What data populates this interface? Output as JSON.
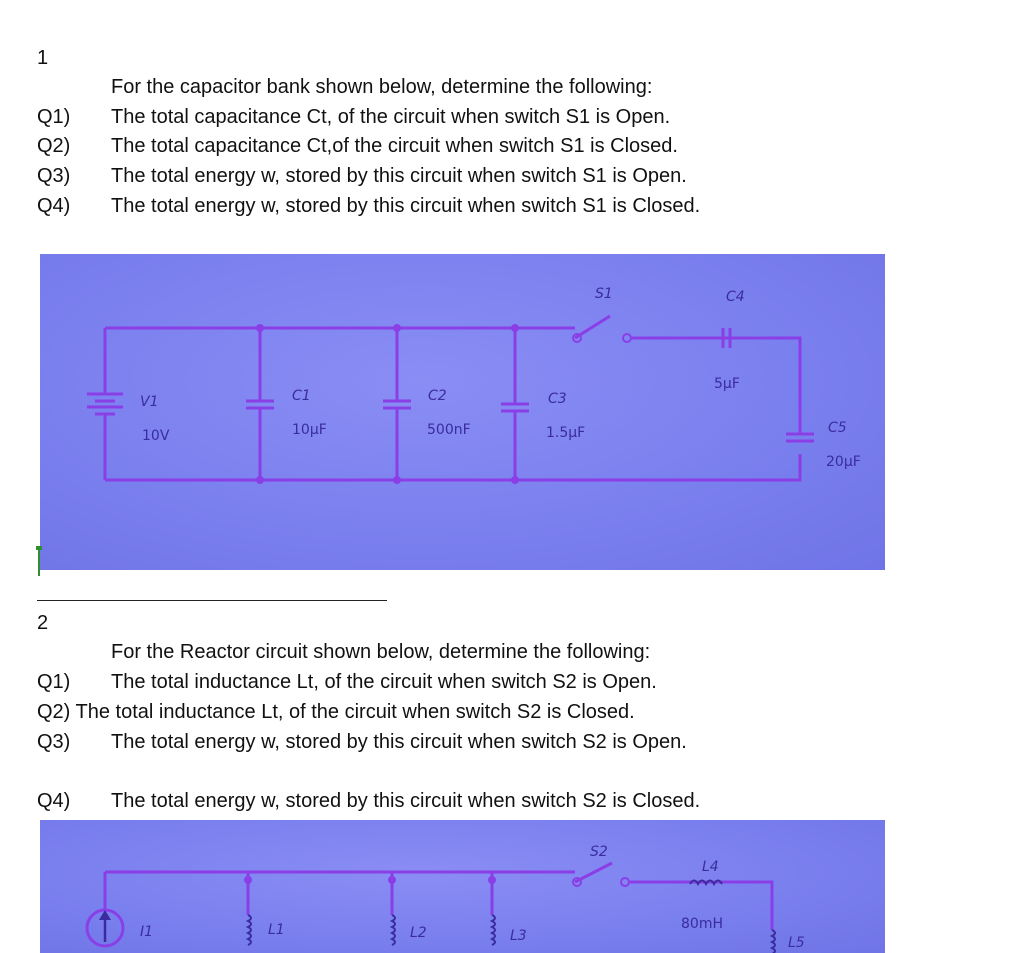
{
  "problem1": {
    "number": "1",
    "intro": "For the capacitor bank shown below, determine the following:",
    "questions": [
      {
        "tag": "Q1)",
        "text": "The total capacitance Ct, of the circuit when switch S1 is Open."
      },
      {
        "tag": "Q2)",
        "text": "The total capacitance Ct,of the circuit when switch S1 is Closed."
      },
      {
        "tag": "Q3)",
        "text": "The total energy w, stored by this circuit when switch S1 is Open."
      },
      {
        "tag": "Q4)",
        "text": "The total energy w, stored by this circuit when switch S1 is Closed."
      }
    ],
    "circuit": {
      "v1_name": "V1",
      "v1_value": "10V",
      "c1_name": "C1",
      "c1_value": "10µF",
      "c2_name": "C2",
      "c2_value": "500nF",
      "c3_name": "C3",
      "c3_value": "1.5µF",
      "switch": "S1",
      "c4_name": "C4",
      "c4_value": "5µF",
      "c5_name": "C5",
      "c5_value": "20µF"
    }
  },
  "problem2": {
    "number": "2",
    "intro": "For the Reactor circuit shown below, determine the following:",
    "q1": {
      "tag": "Q1)",
      "text": "The total inductance Lt, of the circuit when switch S2 is Open."
    },
    "q2": {
      "text": "Q2) The total inductance Lt, of the circuit when switch S2 is Closed."
    },
    "q3": {
      "tag": "Q3)",
      "text": "The total energy w, stored by this circuit when switch S2 is Open."
    },
    "q4": {
      "tag": "Q4)",
      "text": "The total energy w, stored by this circuit when switch S2 is Closed."
    },
    "circuit": {
      "i1": "I1",
      "l1": "L1",
      "l2": "L2",
      "l3": "L3",
      "switch": "S2",
      "l4_name": "L4",
      "l4_value": "80mH",
      "l5": "L5"
    }
  },
  "colors": {
    "photo_bg": "#7b80ef",
    "wire": "#8a3fe6",
    "label": "#3a2c9e",
    "marker": "#2f8f2f"
  }
}
